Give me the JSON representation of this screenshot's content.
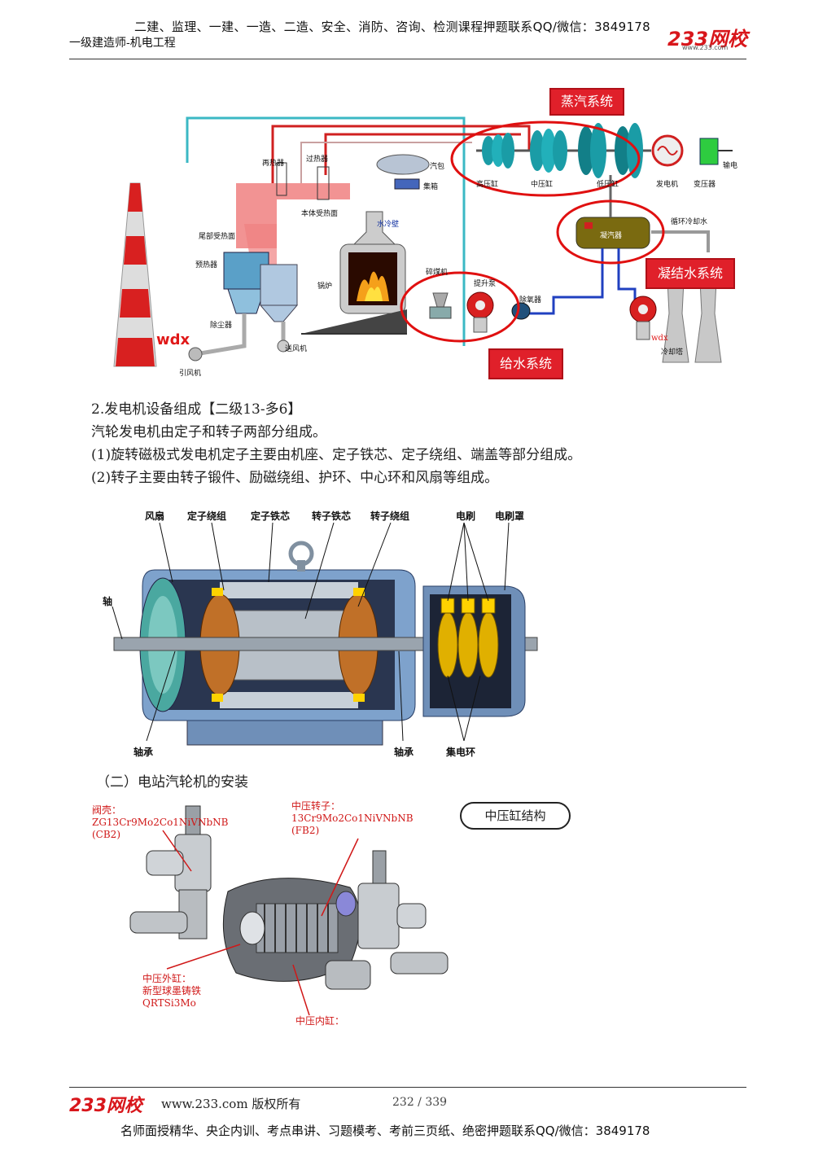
{
  "header": {
    "top_line": "二建、监理、一建、一造、二造、安全、消防、咨询、检测课程押题联系QQ/微信：3849178",
    "subtitle": "一级建造师-机电工程",
    "logo": "233网校",
    "logo_url": "www.233.com"
  },
  "figure1": {
    "boxes": {
      "steam": "蒸汽系统",
      "condensate": "凝结水系统",
      "feedwater": "给水系统"
    },
    "labels": {
      "reheater": "再热器",
      "superheater": "过热器",
      "drum": "汽包",
      "header_box": "集箱",
      "hp_cyl": "高压缸",
      "ip_cyl": "中压缸",
      "lp_cyl": "低压缸",
      "generator": "发电机",
      "transformer": "变压器",
      "transmission": "输电",
      "body_heating": "本体受热面",
      "water_wall": "水冷壁",
      "tail_heating": "尾部受热面",
      "preheater": "预热器",
      "boiler": "锅炉",
      "crusher": "碎煤机",
      "lift_pump": "提升泵",
      "deaerator": "除氧器",
      "condenser": "凝汽器",
      "cooling_water": "循环冷却水",
      "cooling_tower": "冷却塔",
      "dust_collector": "除尘器",
      "fan_in": "送风机",
      "fan_out": "引风机",
      "wdx1": "wdx",
      "wdx2": "wdx"
    }
  },
  "section": {
    "heading": "2.发电机设备组成【二级13-多6】",
    "p1": "汽轮发电机由定子和转子两部分组成。",
    "p2": "(1)旋转磁极式发电机定子主要由机座、定子铁芯、定子绕组、端盖等部分组成。",
    "p3": "(2)转子主要由转子锻件、励磁绕组、护环、中心环和风扇等组成。"
  },
  "figure2": {
    "labels": {
      "fan": "风扇",
      "stator_winding": "定子绕组",
      "stator_core": "定子铁芯",
      "rotor_core": "转子铁芯",
      "rotor_winding": "转子绕组",
      "brush": "电刷",
      "brush_cover": "电刷罩",
      "shaft": "轴",
      "bearing_left": "轴承",
      "bearing_right": "轴承",
      "slip_ring": "集电环"
    }
  },
  "section2": {
    "heading": "（二）电站汽轮机的安装"
  },
  "figure3": {
    "pill": "中压缸结构",
    "valve_shell": [
      "阀壳：",
      "ZG13Cr9Mo2Co1NiVNbNB",
      "(CB2)"
    ],
    "ip_rotor": [
      "中压转子：",
      "13Cr9Mo2Co1NiVNbNB",
      "(FB2)"
    ],
    "ip_outer": [
      "中压外缸：",
      "新型球墨铸铁",
      "QRTSi3Mo"
    ],
    "ip_inner": "中压内缸："
  },
  "footer": {
    "logo": "233网校",
    "site": "www.233.com 版权所有",
    "page": "232 / 339",
    "bottom_line": "名师面授精华、央企内训、考点串讲、习题模考、考前三页纸、绝密押题联系QQ/微信：3849178"
  }
}
